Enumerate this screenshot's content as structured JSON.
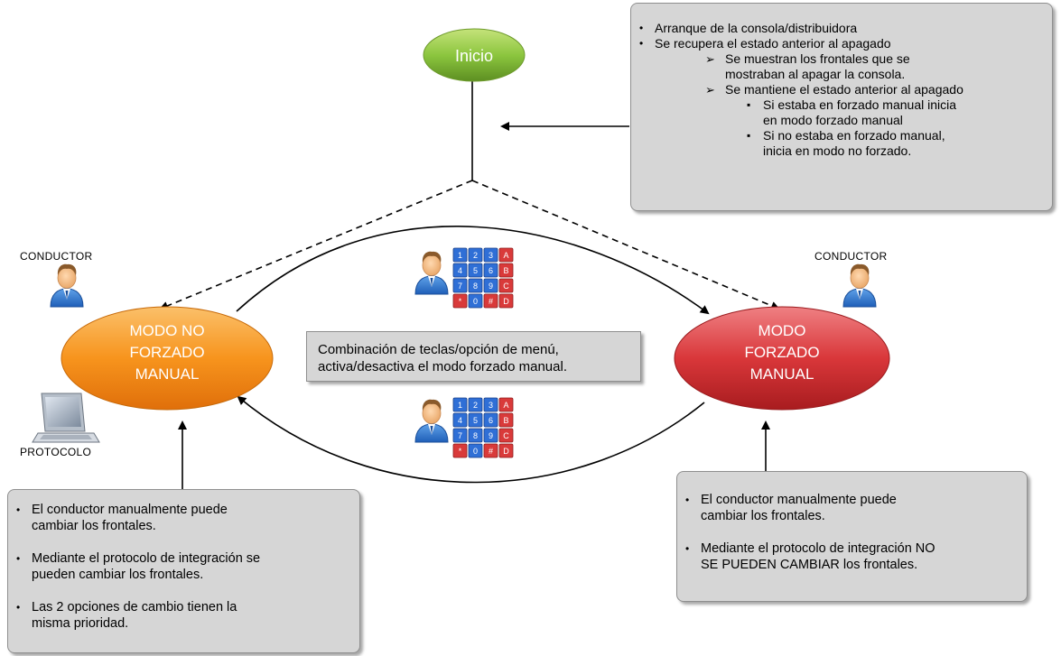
{
  "start_node": {
    "label": "Inicio",
    "color": "#8cc63f"
  },
  "top_note": {
    "items": [
      {
        "level": 1,
        "text": "Arranque de la consola/distribuidora"
      },
      {
        "level": 1,
        "text": "Se recupera el estado anterior al apagado"
      },
      {
        "level": 2,
        "text": "Se muestran los frontales que se"
      },
      {
        "level": 2,
        "text": "mostraban al apagar la consola.",
        "continuation": true
      },
      {
        "level": 2,
        "text": "Se mantiene el estado anterior al apagado"
      },
      {
        "level": 3,
        "text": "Si estaba en forzado manual inicia"
      },
      {
        "level": 3,
        "text": "en modo forzado manual",
        "continuation": true
      },
      {
        "level": 3,
        "text": "Si no estaba en forzado manual,"
      },
      {
        "level": 3,
        "text": "inicia en modo no forzado.",
        "continuation": true
      }
    ]
  },
  "left_mode": {
    "lines": [
      "MODO NO",
      "FORZADO",
      "MANUAL"
    ],
    "color": "#f7941d"
  },
  "right_mode": {
    "lines": [
      "MODO",
      "FORZADO",
      "MANUAL"
    ],
    "color": "#d9373a"
  },
  "left_actor_label": "CONDUCTOR",
  "right_actor_label": "CONDUCTOR",
  "protocol_label": "PROTOCOLO",
  "center_note": {
    "line1": "Combinación de teclas/opción de menú,",
    "line2": "activa/desactiva el modo forzado manual."
  },
  "keypad_keys": [
    "1",
    "2",
    "3",
    "A",
    "4",
    "5",
    "6",
    "B",
    "7",
    "8",
    "9",
    "C",
    "*",
    "0",
    "#",
    "D"
  ],
  "left_note": {
    "items": [
      {
        "lines": [
          "El conductor manualmente puede",
          "cambiar los frontales."
        ]
      },
      {
        "lines": [
          "Mediante el protocolo de integración se",
          "pueden cambiar los frontales."
        ]
      },
      {
        "lines": [
          "Las 2 opciones de cambio tienen la",
          "misma prioridad."
        ]
      }
    ]
  },
  "right_note": {
    "items": [
      {
        "lines": [
          "El conductor manualmente puede",
          "cambiar los frontales."
        ]
      },
      {
        "lines": [
          "Mediante el protocolo de integración NO",
          "SE PUEDEN CAMBIAR los frontales."
        ]
      }
    ]
  }
}
